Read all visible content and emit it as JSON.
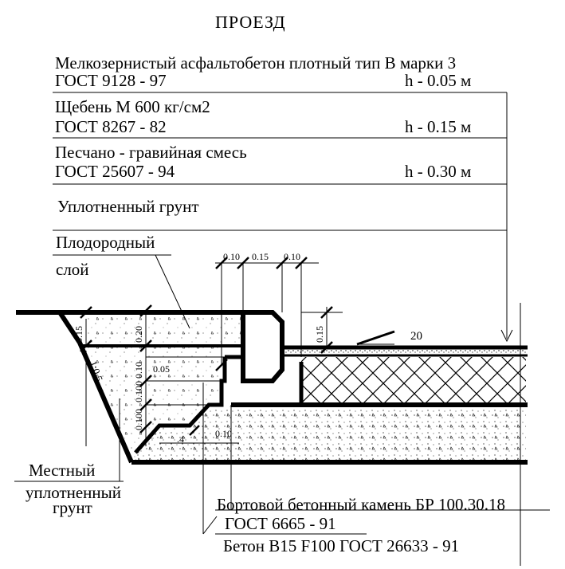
{
  "title": "ПРОЕЗД",
  "layers": [
    {
      "name": "Мелкозернистый асфальтобетон плотный тип В марки 3",
      "gost": "ГОСТ 9128 - 97",
      "thickness": "h - 0.05 м"
    },
    {
      "name": "Щебень М 600  кг/см2",
      "gost": "ГОСТ 8267 - 82",
      "thickness": "h - 0.15 м"
    },
    {
      "name": "Песчано - гравийная смесь",
      "gost": "ГОСТ 25607 - 94",
      "thickness": "h - 0.30 м"
    },
    {
      "name": "Уплотненный грунт"
    }
  ],
  "fertile_layer": {
    "line1": "Плодородный",
    "line2": "слой"
  },
  "local_soil": {
    "line1": "Местный",
    "line2": "уплотненный",
    "line3": "грунт"
  },
  "curb": {
    "line1": "Бортовой бетонный камень БР 100.30.18",
    "line2": "ГОСТ 6665 - 91",
    "line3": "Бетон B15  F100 ГОСТ 26633 - 91"
  },
  "slope": {
    "value": "20",
    "ratio": "1:0.5"
  },
  "dimensions": {
    "top1": "0.10",
    "top2": "0.15",
    "top3": "0.10",
    "right_015": "0.15",
    "left_015": "0.15",
    "left_020": "0.20",
    "d005": "0.05",
    "v010": "0.10",
    "v0100": "0.100",
    "bottom_010": "0.10",
    "bottom_04": ".4"
  },
  "colors": {
    "ink": "#000000",
    "paper": "#ffffff"
  }
}
